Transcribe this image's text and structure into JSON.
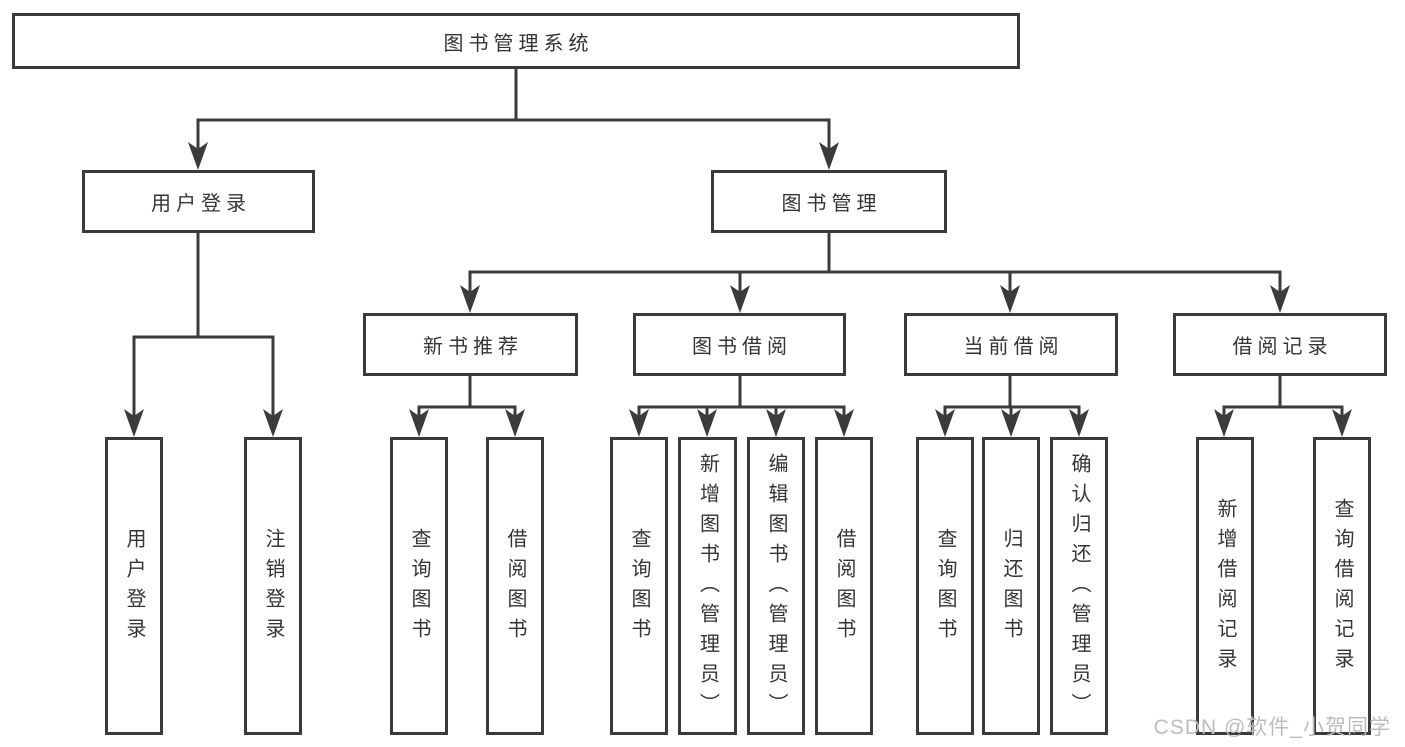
{
  "tree": {
    "root": {
      "label": "图书管理系统"
    },
    "branches": [
      {
        "label": "用户登录",
        "children": [
          {
            "label": "用户登录"
          },
          {
            "label": "注销登录"
          }
        ]
      },
      {
        "label": "图书管理",
        "children": [
          {
            "label": "新书推荐",
            "children": [
              {
                "label": "查询图书"
              },
              {
                "label": "借阅图书"
              }
            ]
          },
          {
            "label": "图书借阅",
            "children": [
              {
                "label": "查询图书"
              },
              {
                "label": "新增图书（管理员）"
              },
              {
                "label": "编辑图书（管理员）"
              },
              {
                "label": "借阅图书"
              }
            ]
          },
          {
            "label": "当前借阅",
            "children": [
              {
                "label": "查询图书"
              },
              {
                "label": "归还图书"
              },
              {
                "label": "确认归还（管理员）"
              }
            ]
          },
          {
            "label": "借阅记录",
            "children": [
              {
                "label": "新增借阅记录"
              },
              {
                "label": "查询借阅记录"
              }
            ]
          }
        ]
      }
    ]
  },
  "watermark": {
    "text": "CSDN @软件_小贺同学"
  },
  "colors": {
    "line": "#3b3b3b",
    "border": "#3a3a3a",
    "text": "#353535",
    "watermark": "#bdbdbd",
    "background": "#ffffff"
  }
}
